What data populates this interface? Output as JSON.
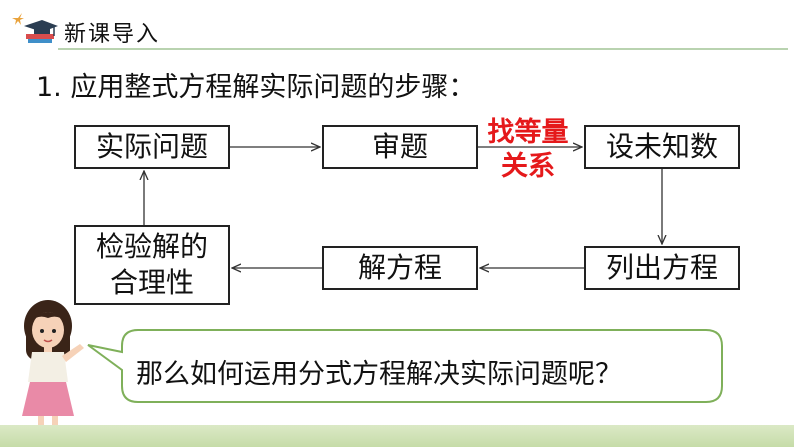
{
  "header": {
    "title": "新课导入"
  },
  "intro": "1. 应用整式方程解实际问题的步骤：",
  "diagram": {
    "nodes": {
      "actual_problem": "实际问题",
      "review": "审题",
      "set_unknown": "设未知数",
      "list_equation": "列出方程",
      "solve_equation": "解方程",
      "check_line1": "检验解的",
      "check_line2": "合理性"
    },
    "edge_label_line1": "找等量",
    "edge_label_line2": "关系"
  },
  "bubble": {
    "text": "那么如何运用分式方程解决实际问题呢？"
  },
  "colors": {
    "accent_red": "#e5191b",
    "header_green": "#b9d3b0",
    "bubble_border": "#7fb05a"
  }
}
